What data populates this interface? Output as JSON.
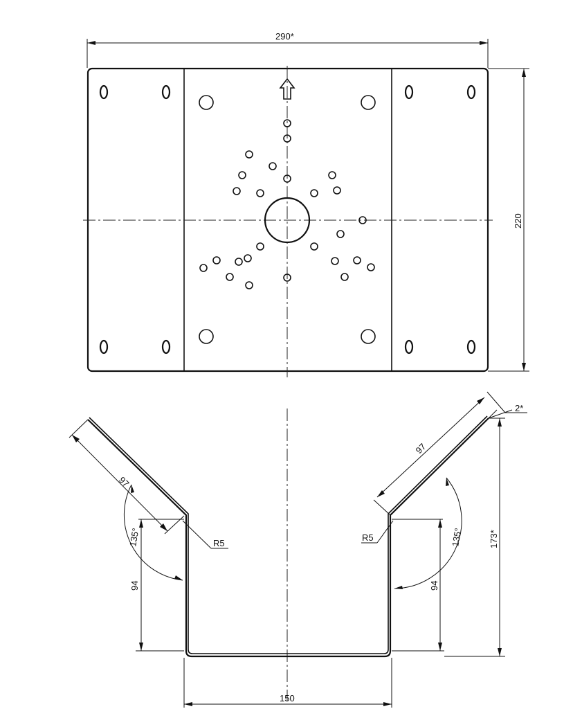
{
  "top_view": {
    "dim_width": "290*",
    "dim_height": "220"
  },
  "side_view": {
    "dim_flange_left": "97",
    "dim_flange_right": "97",
    "dim_angle_left": "135°",
    "dim_angle_right": "135°",
    "dim_radius_left": "R5",
    "dim_radius_right": "R5",
    "dim_wall_left": "94",
    "dim_wall_right": "94",
    "dim_total_height": "173*",
    "dim_thickness": "2*",
    "dim_base_width": "150"
  }
}
